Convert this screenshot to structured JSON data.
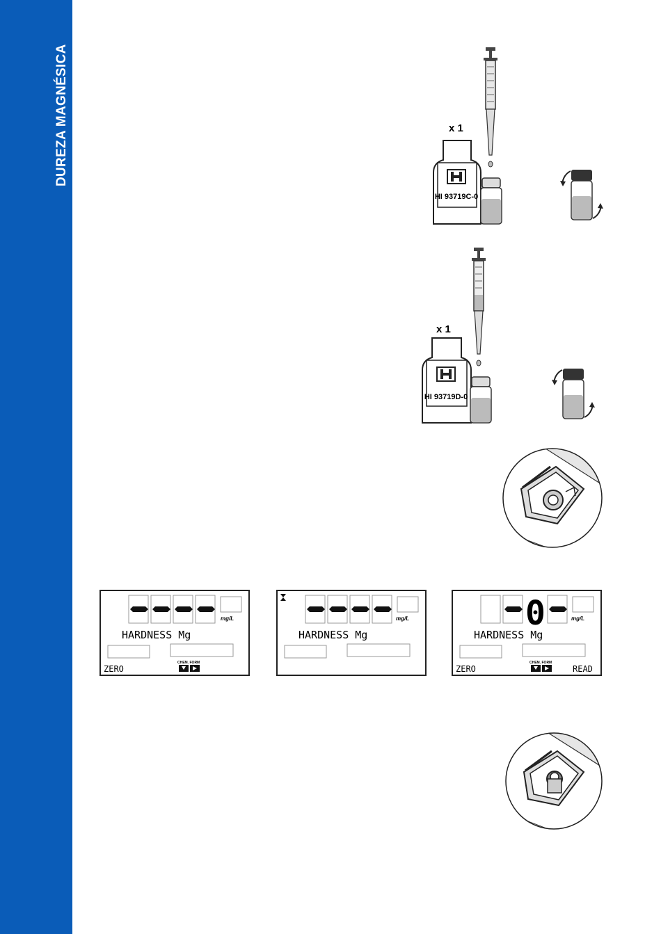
{
  "sidebar": {
    "title": "DUREZA MAGNÉSICA",
    "color": "#0a5cb8"
  },
  "steps": [
    {
      "reagent_label": "HI 93719C-0",
      "multiplier": "x 1"
    },
    {
      "reagent_label": "HI 93719D-0",
      "multiplier": "x 1"
    }
  ],
  "displays": [
    {
      "main": "",
      "message": "HARDNESS Mg",
      "unit": "mg/L",
      "left": "ZERO",
      "right": "",
      "chem_form": "CHEM. FORM",
      "hourglass": false
    },
    {
      "main": "",
      "message": "HARDNESS Mg",
      "unit": "mg/L",
      "left": "",
      "right": "",
      "chem_form": "",
      "hourglass": true
    },
    {
      "main": "0",
      "message": "HARDNESS Mg",
      "unit": "mg/L",
      "left": "ZERO",
      "right": "READ",
      "chem_form": "CHEM. FORM",
      "hourglass": false
    }
  ]
}
